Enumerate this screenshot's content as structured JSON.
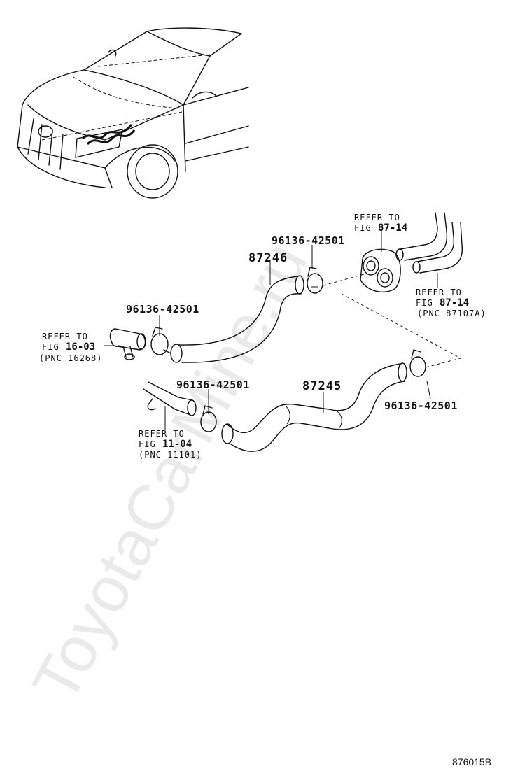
{
  "labels": {
    "part_87246": "87246",
    "part_87245": "87245",
    "clamp_top": "96136-42501",
    "clamp_left": "96136-42501",
    "clamp_bottom_left": "96136-42501",
    "clamp_right": "96136-42501",
    "ref_top_right_line1": "REFER TO",
    "ref_top_right_fig": "FIG",
    "ref_top_right_num": "87-14",
    "ref_right_line1": "REFER TO",
    "ref_right_fig": "FIG",
    "ref_right_num": "87-14",
    "ref_right_pnc": "(PNC 87107A)",
    "ref_left_line1": "REFER TO",
    "ref_left_fig": "FIG",
    "ref_left_num": "16-03",
    "ref_left_pnc": "(PNC 16268)",
    "ref_bottom_line1": "REFER TO",
    "ref_bottom_fig": "FIG",
    "ref_bottom_num": "11-04",
    "ref_bottom_pnc": "(PNC 11101)",
    "diagram_code": "876015B",
    "watermark": "ToyotaCarMine.ru"
  }
}
